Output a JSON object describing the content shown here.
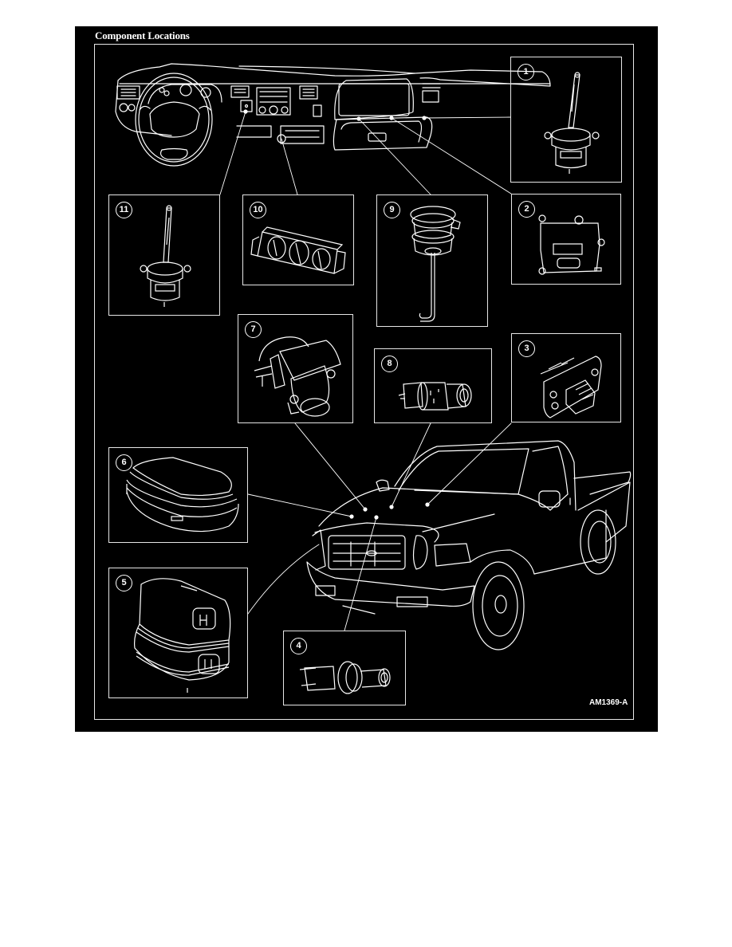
{
  "document": {
    "title": "Component Locations",
    "figure_id": "AM1369-A",
    "colors": {
      "background": "#000000",
      "linework": "#ffffff",
      "page": "#ffffff"
    }
  },
  "overview_views": [
    {
      "name": "instrument-panel",
      "label": "Instrument panel (dashboard) view"
    },
    {
      "name": "truck-front",
      "label": "Pickup truck front three-quarter view"
    }
  ],
  "components": [
    {
      "number": "1",
      "depicts": "vacuum-actuator",
      "location": "instrument panel, passenger side"
    },
    {
      "number": "2",
      "depicts": "electric-actuator-motor",
      "location": "instrument panel, behind glove box"
    },
    {
      "number": "3",
      "depicts": "blower-motor-resistor",
      "location": "engine compartment"
    },
    {
      "number": "4",
      "depicts": "pressure-switch",
      "location": "engine compartment"
    },
    {
      "number": "5",
      "depicts": "accumulator-drier",
      "location": "engine compartment"
    },
    {
      "number": "6",
      "depicts": "blower-motor-housing",
      "location": "engine compartment"
    },
    {
      "number": "7",
      "depicts": "blower-motor",
      "location": "engine compartment"
    },
    {
      "number": "8",
      "depicts": "pressure-cycling-switch",
      "location": "engine compartment"
    },
    {
      "number": "9",
      "depicts": "vacuum-reservoir-check-valve",
      "location": "instrument panel, below glove box"
    },
    {
      "number": "10",
      "depicts": "control-assembly",
      "location": "instrument panel center stack"
    },
    {
      "number": "11",
      "depicts": "vacuum-actuator",
      "location": "instrument panel, driver side"
    }
  ]
}
